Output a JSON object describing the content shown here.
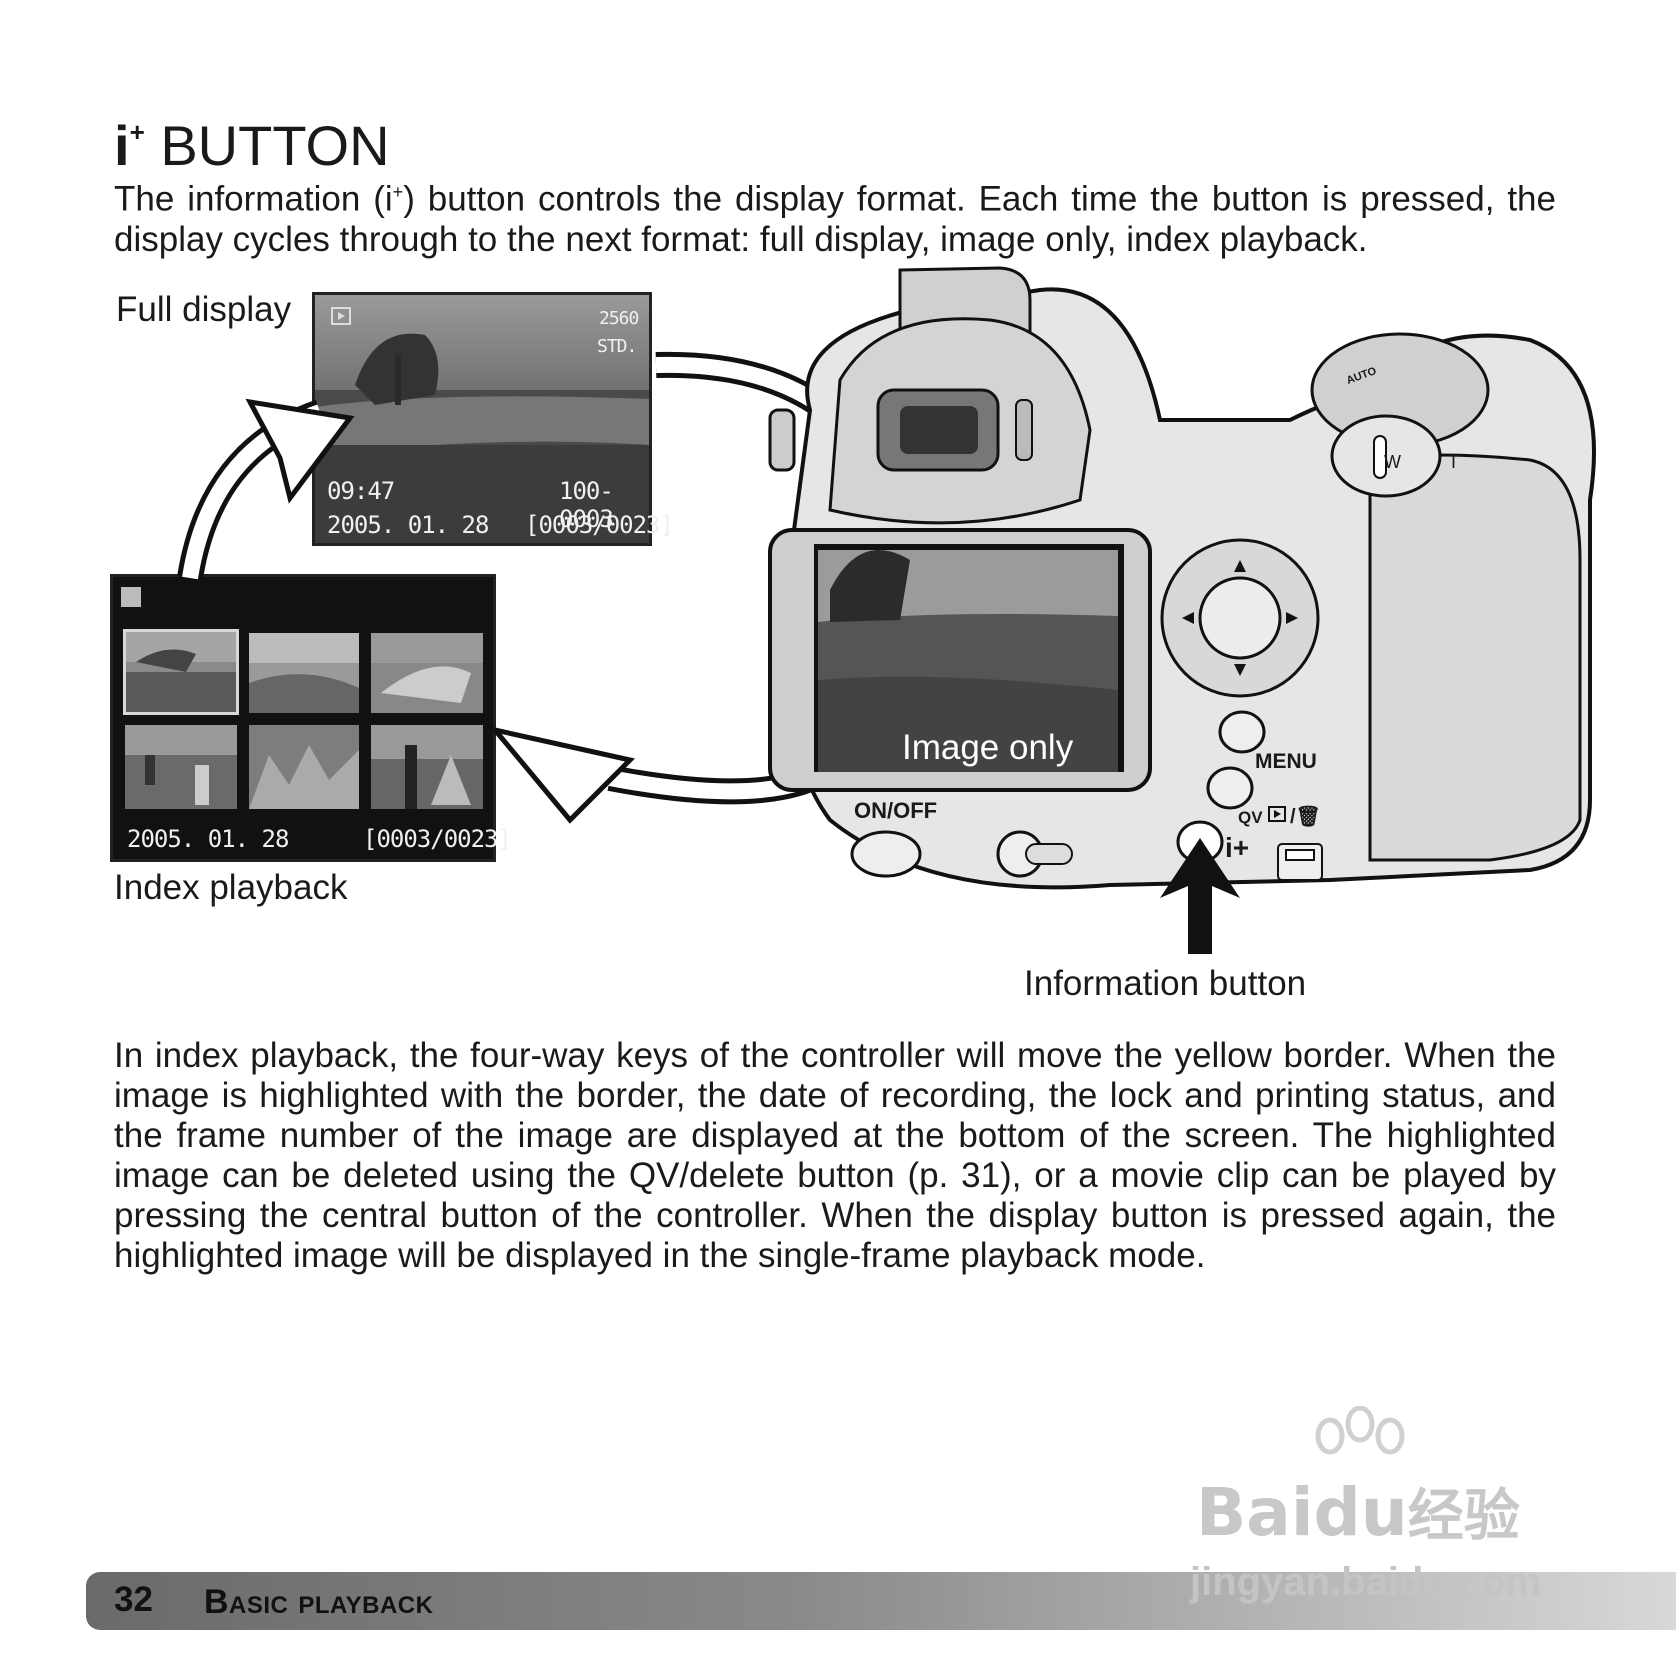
{
  "heading": {
    "icon_label": "i",
    "icon_sup": "+",
    "title": "BUTTON"
  },
  "intro": {
    "part1": "The information (i",
    "sup": "+",
    "part2": ") button controls the display format. Each time the button is pressed, the display cycles through to the next format: full display, image only, index playback."
  },
  "labels": {
    "full_display": "Full display",
    "index_playback": "Index playback",
    "image_only": "Image only",
    "information_button": "Information button"
  },
  "full_display_screen": {
    "resolution": "2560",
    "quality": "STD.",
    "time": "09:47",
    "file": "100-0003",
    "date": "2005. 01. 28",
    "frame": "[0003/0023]"
  },
  "index_screen": {
    "date": "2005. 01. 28",
    "frame": "[0003/0023]"
  },
  "camera": {
    "menu_label": "MENU",
    "qv_label": "QV",
    "power_label": "ON/OFF",
    "info_label": "i+",
    "zoom_w": "W",
    "zoom_t": "T",
    "dial_mode": "AUTO"
  },
  "body_text": "In index playback, the four-way keys of the controller will move the yellow border. When the image is highlighted with the border, the date of recording, the lock and printing status, and the frame number of the image are displayed at the bottom of the screen. The highlighted image can be deleted using the QV/delete button (p. 31), or a movie clip can be played by pressing the central button of the controller. When the display button is pressed again, the highlighted image will be displayed in the single-frame playback mode.",
  "footer": {
    "page_number": "32",
    "section": "Basic playback"
  },
  "watermark": {
    "brand": "Bai",
    "brand2": "du",
    "cn": "经验",
    "url": "jingyan.baidu.com"
  }
}
